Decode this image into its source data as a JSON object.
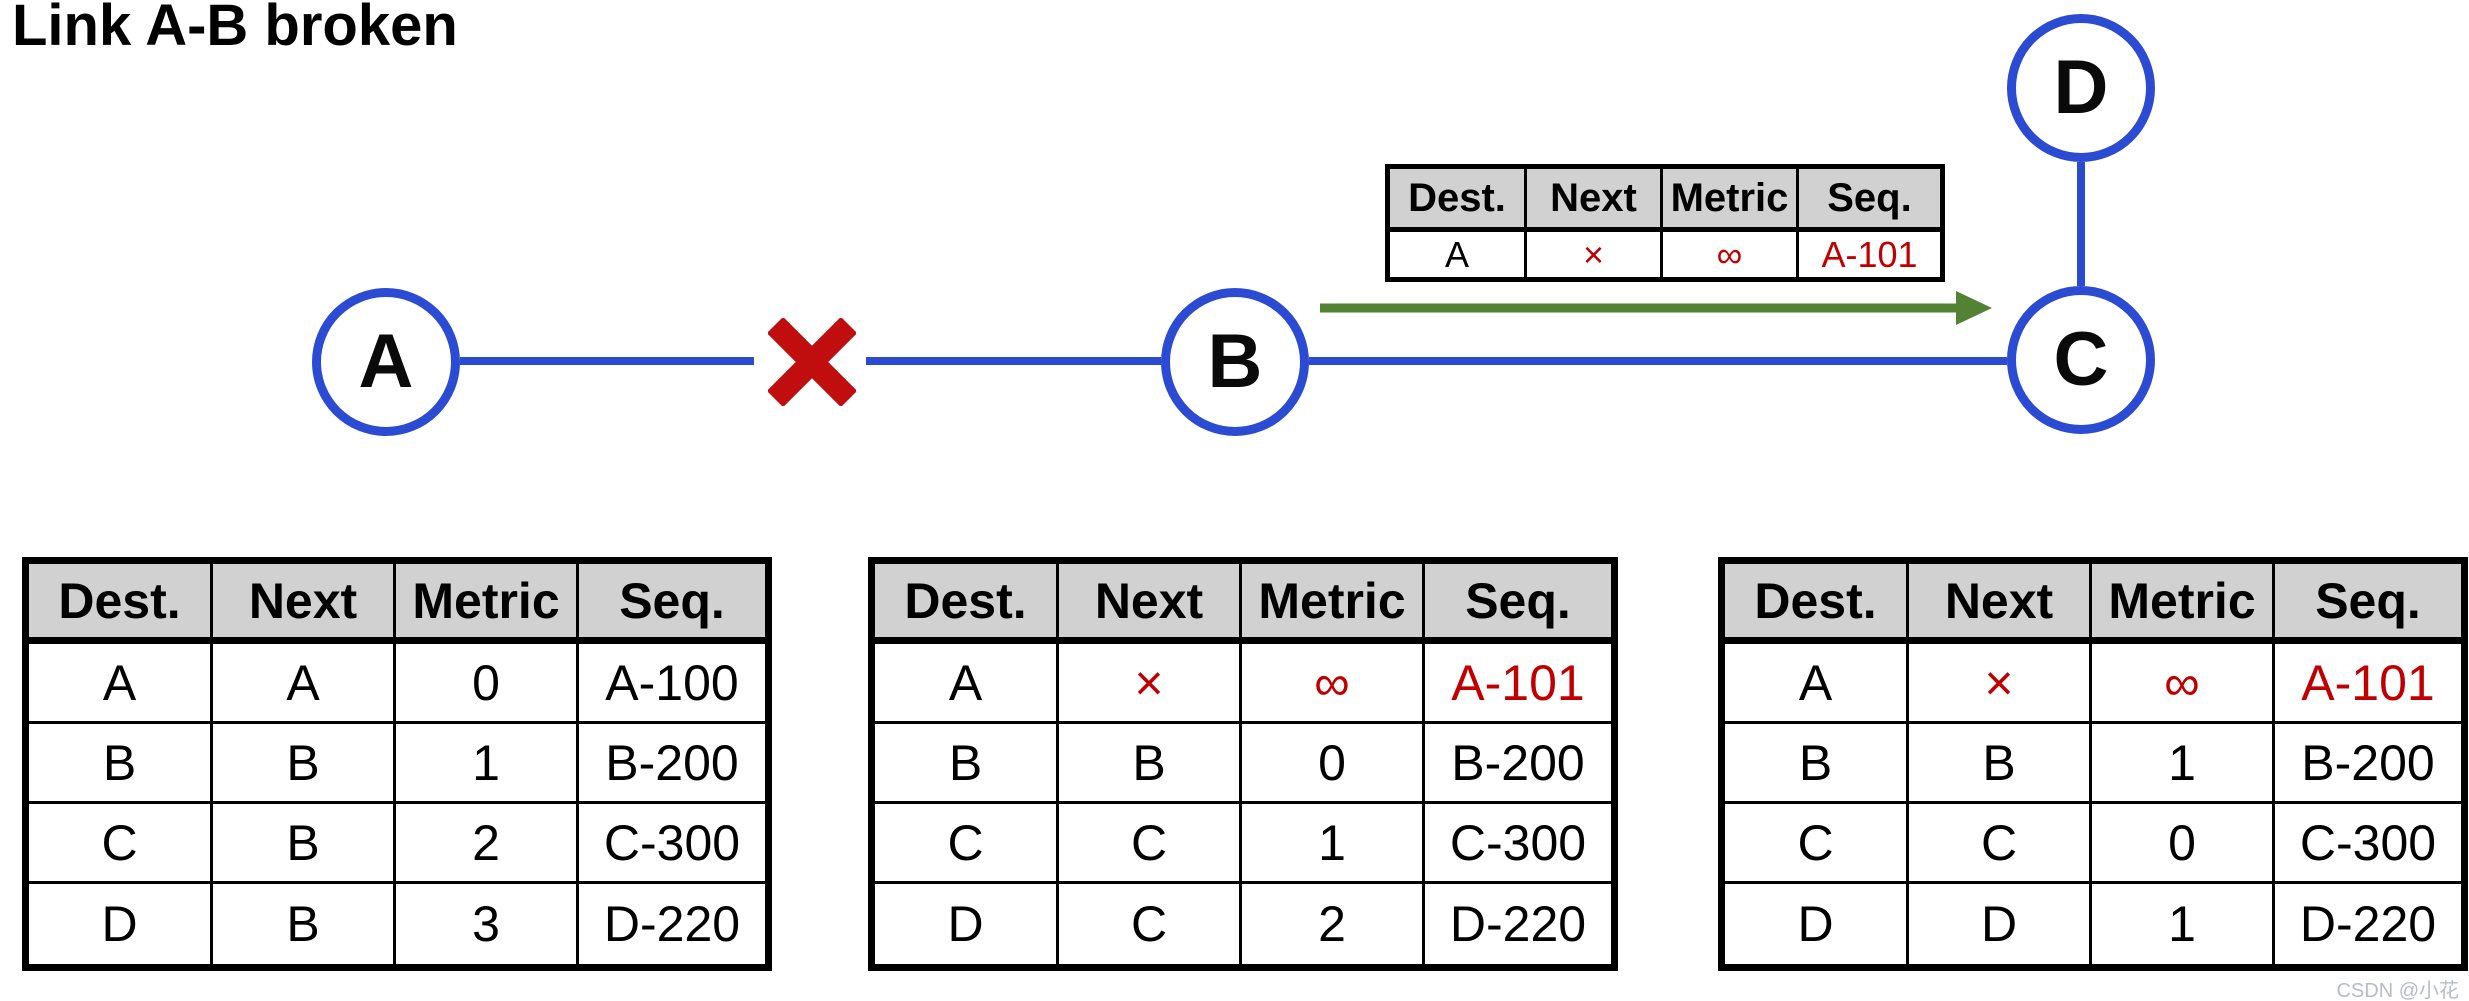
{
  "title": "Link A-B broken",
  "watermark": "CSDN @小花",
  "colors": {
    "node_and_link_blue": "#2b4bd3",
    "broken_red": "#c00d0d",
    "stale_route_red": "#c00000",
    "update_arrow_green": "#548235",
    "table_header_gray": "#d1d1d1"
  },
  "nodes": {
    "a": "A",
    "b": "B",
    "c": "C",
    "d": "D"
  },
  "message_table": {
    "headers": [
      "Dest.",
      "Next",
      "Metric",
      "Seq."
    ],
    "rows": [
      [
        "A",
        "×",
        "∞",
        "A-101"
      ]
    ]
  },
  "routing_tables": [
    {
      "headers": [
        "Dest.",
        "Next",
        "Metric",
        "Seq."
      ],
      "rows": [
        [
          "A",
          "A",
          "0",
          "A-100"
        ],
        [
          "B",
          "B",
          "1",
          "B-200"
        ],
        [
          "C",
          "B",
          "2",
          "C-300"
        ],
        [
          "D",
          "B",
          "3",
          "D-220"
        ]
      ]
    },
    {
      "headers": [
        "Dest.",
        "Next",
        "Metric",
        "Seq."
      ],
      "rows": [
        [
          "A",
          "×",
          "∞",
          "A-101"
        ],
        [
          "B",
          "B",
          "0",
          "B-200"
        ],
        [
          "C",
          "C",
          "1",
          "C-300"
        ],
        [
          "D",
          "C",
          "2",
          "D-220"
        ]
      ]
    },
    {
      "headers": [
        "Dest.",
        "Next",
        "Metric",
        "Seq."
      ],
      "rows": [
        [
          "A",
          "×",
          "∞",
          "A-101"
        ],
        [
          "B",
          "B",
          "1",
          "B-200"
        ],
        [
          "C",
          "C",
          "0",
          "C-300"
        ],
        [
          "D",
          "D",
          "1",
          "D-220"
        ]
      ]
    }
  ]
}
